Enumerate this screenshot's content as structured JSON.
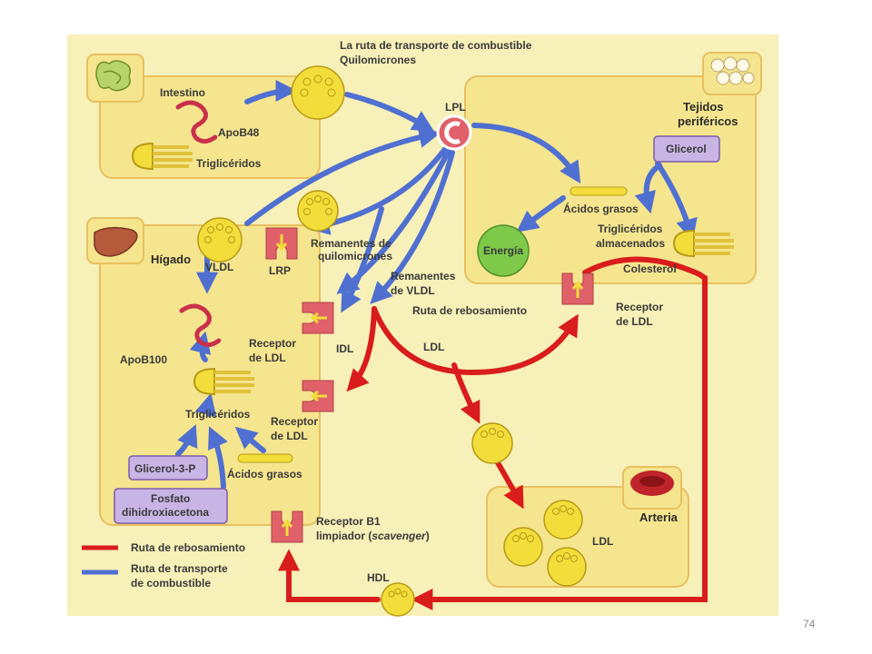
{
  "title_line1": "La ruta de transporte de combustible",
  "title_line2": "Quilomicrones",
  "labels": {
    "intestino": "Intestino",
    "apob48": "ApoB48",
    "trigliceridos_int": "Triglicéridos",
    "lpl": "LPL",
    "tejidos1": "Tejidos",
    "tejidos2": "periféricos",
    "glicerol": "Glicerol",
    "acidos_grasos_tej": "Ácidos grasos",
    "energia": "Energía",
    "trig_alm1": "Triglicéridos",
    "trig_alm2": "almacenados",
    "colesterol": "Colesterol",
    "higado": "Hígado",
    "vldl": "VLDL",
    "lrp": "LRP",
    "rem_quil1": "Remanentes de",
    "rem_quil2": "quilomicrones",
    "rem_vldl1": "Remanentes",
    "rem_vldl2": "de VLDL",
    "ruta_rebos_mid": "Ruta de rebosamiento",
    "receptor_ldl_r1": "Receptor",
    "receptor_ldl_r2": "de LDL",
    "receptor_ldl_l1": "Receptor",
    "receptor_ldl_l2": "de LDL",
    "idl": "IDL",
    "ldl_mid": "LDL",
    "apob100": "ApoB100",
    "trigliceridos_hig": "Triglicéridos",
    "receptor_ldl_b1": "Receptor",
    "receptor_ldl_b2": "de LDL",
    "glicerol3p": "Glicerol-3-P",
    "acidos_grasos_hig": "Ácidos grasos",
    "fosfato1": "Fosfato",
    "fosfato2": "dihidroxiacetona",
    "arteria": "Arteria",
    "ldl_art": "LDL",
    "receptor_b1_1": "Receptor B1",
    "receptor_b1_2a": "limpiador (",
    "receptor_b1_2b": "scavenger",
    "receptor_b1_2c": ")",
    "hdl": "HDL"
  },
  "legend": {
    "red_label": "Ruta de rebosamiento",
    "blue_label1": "Ruta de transporte",
    "blue_label2": "de combustible",
    "red_color": "#d91c1c",
    "blue_color": "#4f6fd1"
  },
  "colors": {
    "panel_bg": "#f7f0b8",
    "box_bg": "#f5e58e",
    "box_border": "#e8c060",
    "lipoprotein_fill": "#f2dd3a",
    "receptor_fill": "#e0616a",
    "energy_fill": "#7ec84a",
    "label_box_fill": "#c9b4e6"
  },
  "slide_number": "74"
}
